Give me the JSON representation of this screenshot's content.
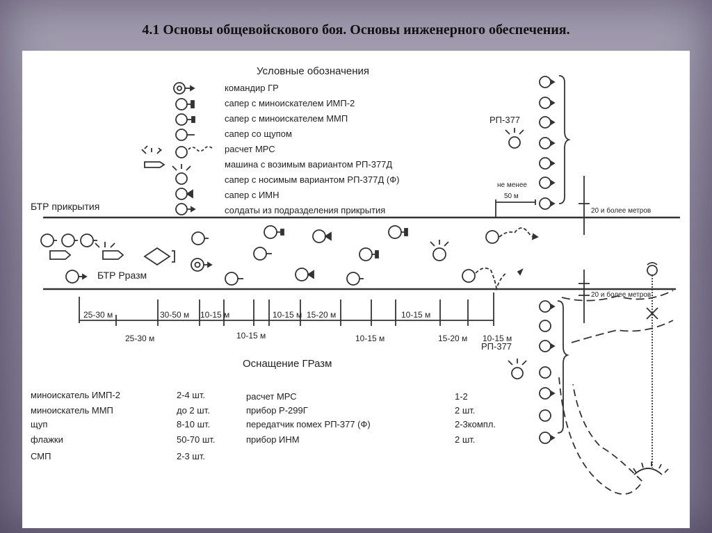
{
  "title": "4.1 Основы общевойскового боя. Основы инженерного обеспечения.",
  "legend": {
    "heading": "Условные обозначения",
    "items": [
      "командир ГР",
      "сапер с миноискателем ИМП-2",
      "сапер с миноискателем ММП",
      "сапер со щупом",
      "расчет МРС",
      "машина с возимым вариантом РП-377Д",
      "сапер с носимым вариантом РП-377Д (Ф)",
      "сапер с ИМН",
      "солдаты из подразделения прикрытия"
    ]
  },
  "labels": {
    "btr_cover": "БТР прикрытия",
    "btr_razm": "БТР Рразм",
    "rp377_top": "РП-377",
    "rp377_bottom": "РП-377",
    "not_less": "не менее",
    "fifty_m": "50 м",
    "dist_top": "20 и более метров",
    "dist_bottom": "20 и более метров"
  },
  "distances": {
    "upper": [
      "25-30 м",
      "30-50 м",
      "10-15 м",
      "10-15 м",
      "15-20 м",
      "10-15 м"
    ],
    "lower": [
      "25-30 м",
      "10-15 м",
      "10-15 м",
      "15-20 м",
      "10-15 м"
    ]
  },
  "equipment": {
    "heading": "Оснащение ГРазм",
    "left": [
      {
        "name": "миноискатель ИМП-2",
        "qty": "2-4 шт."
      },
      {
        "name": "миноискатель ММП",
        "qty": "до 2 шт."
      },
      {
        "name": "щуп",
        "qty": "8-10 шт."
      },
      {
        "name": "флажки",
        "qty": "50-70 шт."
      },
      {
        "name": "СМП",
        "qty": "2-3 шт."
      }
    ],
    "right": [
      {
        "name": "расчет МРС",
        "qty": "1-2"
      },
      {
        "name": "прибор Р-299Г",
        "qty": "2 шт."
      },
      {
        "name": "передатчик помех РП-377 (Ф)",
        "qty": "2-3компл."
      },
      {
        "name": "прибор ИНМ",
        "qty": "2 шт."
      }
    ]
  }
}
